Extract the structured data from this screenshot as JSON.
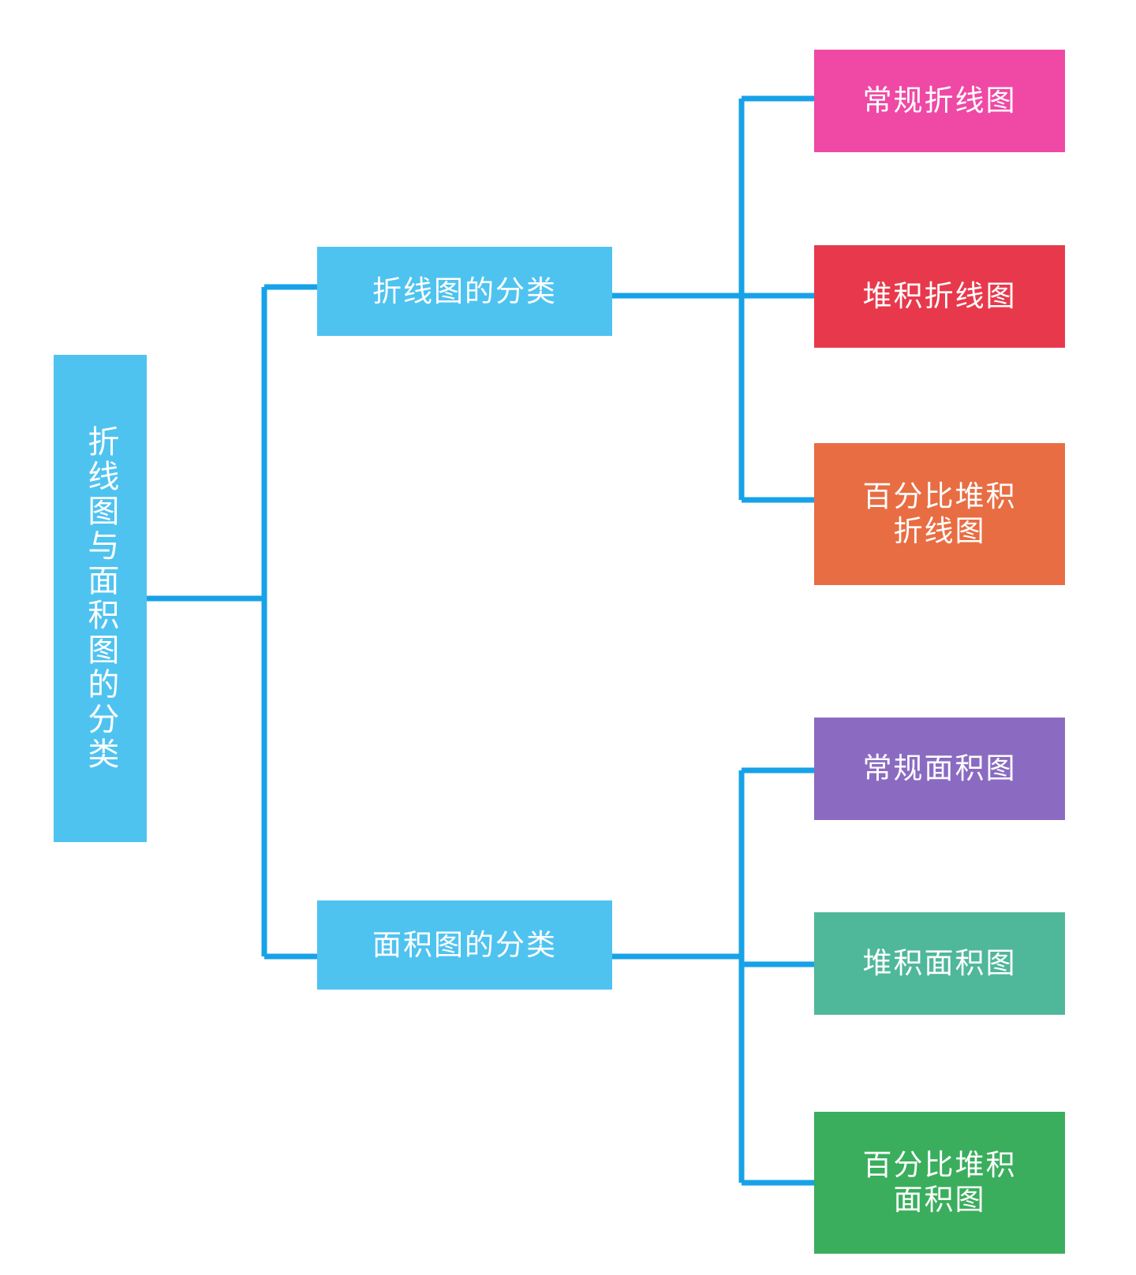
{
  "diagram": {
    "type": "mindmap-tree",
    "orientation": "left-to-right",
    "background": "#FFFFFF",
    "connector_color": "#17A2E8",
    "root": {
      "label": "折线图与面积图的分类",
      "color": "#4FC3F0",
      "text_color": "#FFFFFF",
      "writing_mode": "vertical"
    },
    "branches": [
      {
        "label": "折线图的分类",
        "color": "#4FC3F0",
        "text_color": "#FFFFFF",
        "children": [
          {
            "label": "常规折线图",
            "color": "#EF49A5",
            "text_color": "#FFFFFF"
          },
          {
            "label": "堆积折线图",
            "color": "#E8394C",
            "text_color": "#FFFFFF"
          },
          {
            "label": "百分比堆积\n折线图",
            "color": "#E86D43",
            "text_color": "#FFFFFF"
          }
        ]
      },
      {
        "label": "面积图的分类",
        "color": "#4FC3F0",
        "text_color": "#FFFFFF",
        "children": [
          {
            "label": "常规面积图",
            "color": "#8B6BC1",
            "text_color": "#FFFFFF"
          },
          {
            "label": "堆积面积图",
            "color": "#4FB79A",
            "text_color": "#FFFFFF"
          },
          {
            "label": "百分比堆积\n面积图",
            "color": "#3AAE5D",
            "text_color": "#FFFFFF"
          }
        ]
      }
    ]
  }
}
